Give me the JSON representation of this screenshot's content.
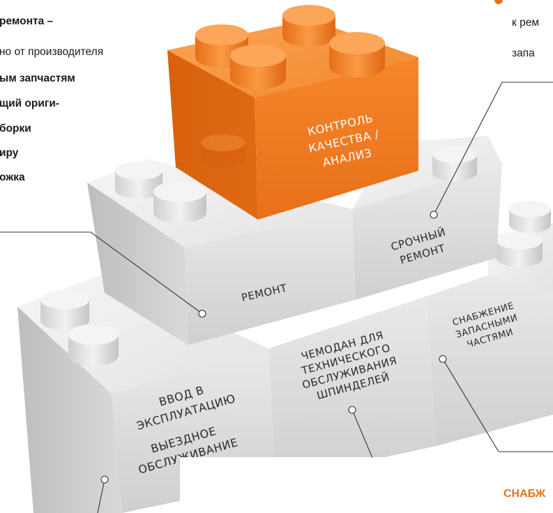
{
  "left_text": {
    "line1": "ремонта –",
    "line2": "но от производителя",
    "line3": "ым запчастям",
    "line4": "щий ориги-",
    "line5": "борки",
    "line6": "иру",
    "line7": "ожка"
  },
  "right_text": {
    "line1": "к рем",
    "line2": "запа"
  },
  "bottom_right_heading": "СНАБЖ",
  "blocks": {
    "quality_line1": "КОНТРОЛЬ",
    "quality_line2": "КАЧЕСТВА /",
    "quality_line3": "АНАЛИЗ",
    "urgent_line1": "СРОЧНЫЙ",
    "urgent_line2": "РЕМОНТ",
    "repair": "РЕМОНТ",
    "supply_line1": "СНАБЖЕНИЕ",
    "supply_line2": "ЗАПАСНЫМИ",
    "supply_line3": "ЧАСТЯМИ",
    "case_line1": "ЧЕМОДАН ДЛЯ",
    "case_line2": "ТЕХНИЧЕСКОГО",
    "case_line3": "ОБСЛУЖИВАНИЯ",
    "case_line4": "ШПИНДЕЛЕЙ",
    "commission_line1": "ВВОД В",
    "commission_line2": "ЭКСПЛУАТАЦИЮ",
    "field_line1": "ВЫЕЗДНОЕ",
    "field_line2": "ОБСЛУЖИВАНИЕ"
  },
  "colors": {
    "accent": "#e8711c",
    "orange_block": "#f07f1f",
    "grey_block": "#dcdcdc"
  }
}
